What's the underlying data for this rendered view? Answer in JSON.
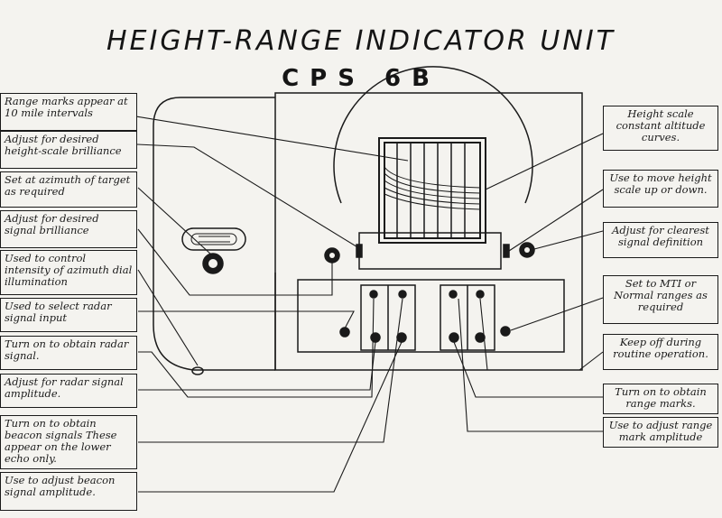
{
  "title": "HEIGHT-RANGE INDICATOR UNIT",
  "subtitle": "CPS 6B",
  "left_labels": [
    "Range marks appear at 10 mile intervals",
    "Adjust for desired height-scale brilliance",
    "Set at azimuth of target as required",
    "Adjust for desired signal brilliance",
    "Used to control intensity of azimuth dial illumination",
    "Used to select radar signal input",
    "Turn on to obtain radar signal.",
    "Adjust for radar signal amplitude.",
    "Turn on to obtain beacon signals These appear on the lower echo only.",
    "Use to adjust beacon signal amplitude."
  ],
  "right_labels": [
    "Height scale constant altitude curves.",
    "Use to move height scale up or down.",
    "Adjust for clearest signal definition",
    "Set to MTI or Normal ranges as required",
    "Keep off during routine operation.",
    "Turn on to obtain range marks.",
    "Use to adjust range mark amplitude"
  ],
  "colors": {
    "ink": "#1a1a1a",
    "paper": "#f4f3ef"
  }
}
